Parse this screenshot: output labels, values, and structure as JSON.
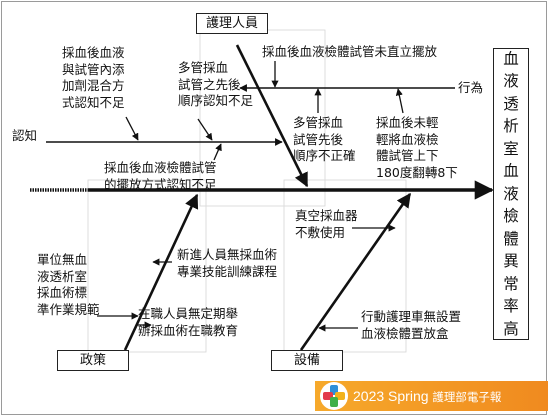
{
  "diagram": {
    "effect": [
      "血",
      "液",
      "透",
      "析",
      "室",
      "血",
      "液",
      "檢",
      "體",
      "異",
      "常",
      "率",
      "高"
    ],
    "categories": {
      "nursing_staff": "護理人員",
      "policy": "政策",
      "equipment": "設備"
    },
    "labels": {
      "cognition": "認知",
      "behavior": "行為"
    },
    "causes": {
      "additive_tube_mixing": [
        "採血後血液",
        "與試管內添",
        "加劑混合方",
        "式認知不足"
      ],
      "multi_tube_order_knowledge": [
        "多管採血",
        "試管之先後",
        "順序認知不足"
      ],
      "tube_not_upright": "採血後血液檢體試管未直立擺放",
      "multi_tube_order_incorrect": [
        "多管採血",
        "試管先後",
        "順序不正確"
      ],
      "no_gentle_inversion": [
        "採血後未輕",
        "輕將血液檢",
        "體試管上下",
        "180度翻轉8下"
      ],
      "placement_knowledge": [
        "採血後血液檢體試管",
        "的擺放方式認知不足"
      ],
      "no_sop": [
        "單位無血",
        "液透析室",
        "採血術標",
        "準作業規範"
      ],
      "new_staff_training": [
        "新進人員無採血術",
        "專業技能訓練課程"
      ],
      "no_inservice": [
        "在職人員無定期舉",
        "辦採血術在職教育"
      ],
      "vacuum_tubes": [
        "真空採血器",
        "不敷使用"
      ],
      "no_specimen_box": [
        "行動護理車無設置",
        "血液檢體置放盒"
      ]
    }
  },
  "footer": {
    "year": "2023",
    "season": "Spring",
    "title": "護理部電子報"
  }
}
